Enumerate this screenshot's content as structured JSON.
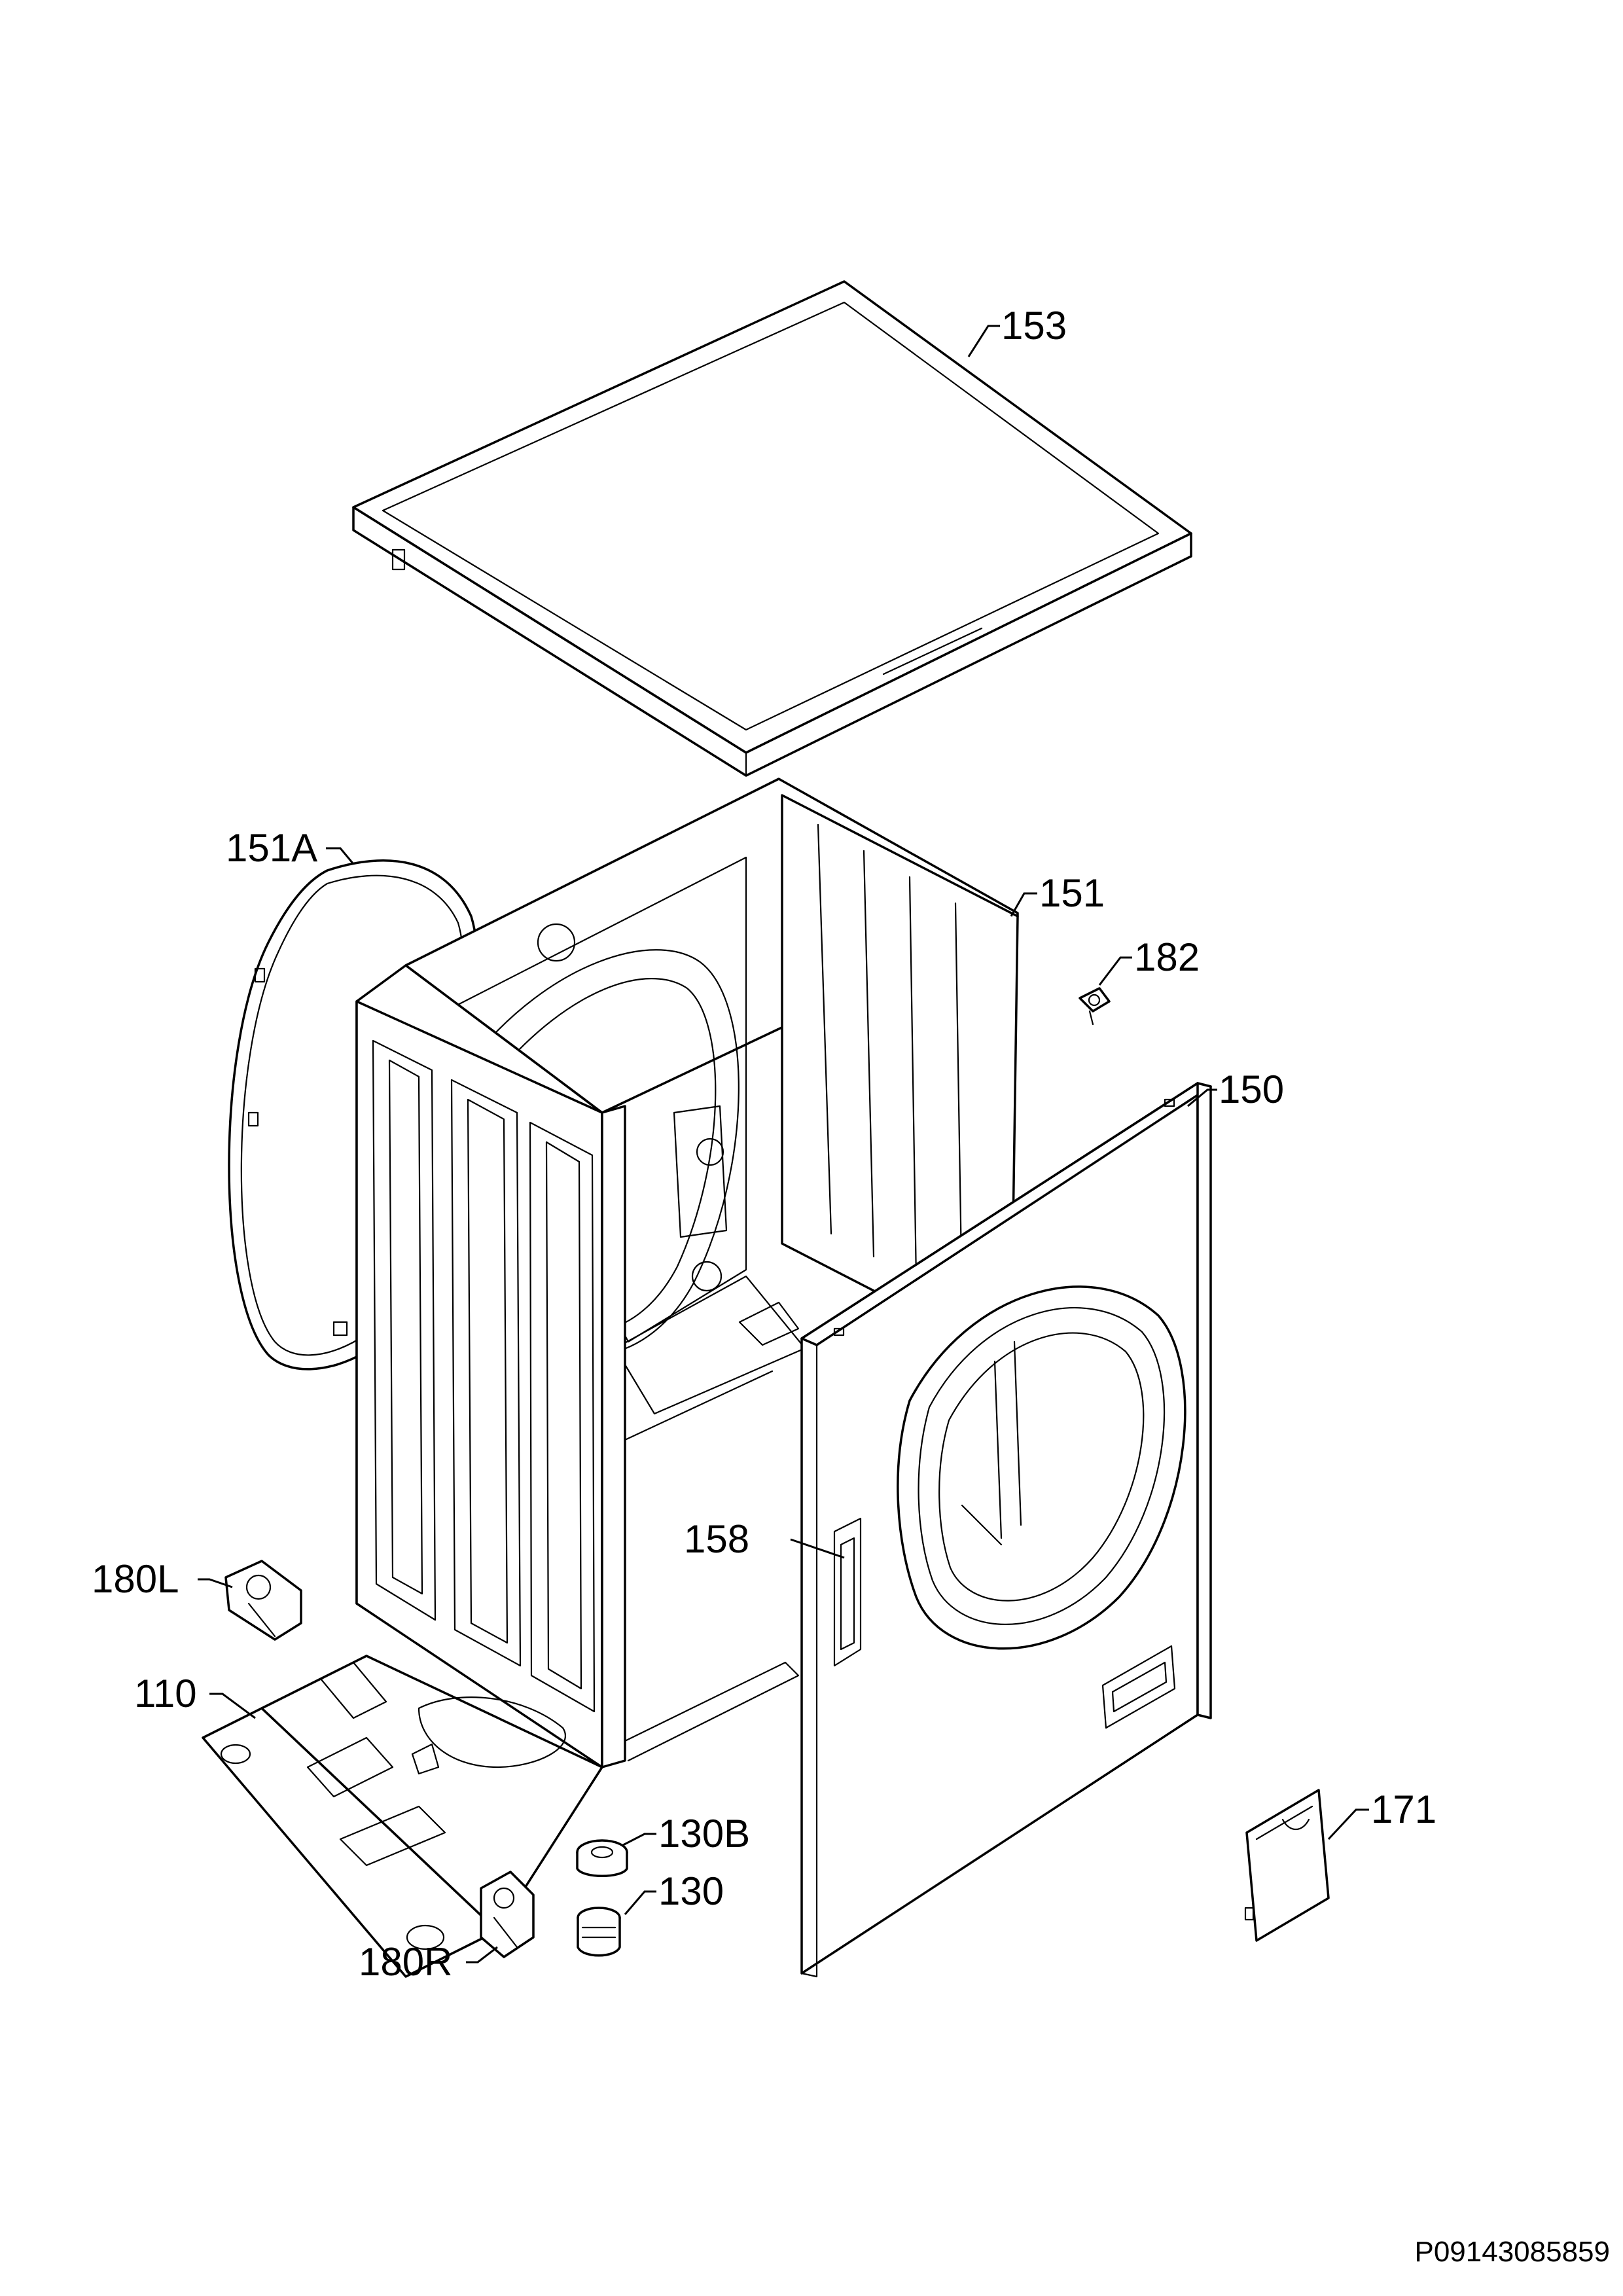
{
  "labels": {
    "p153": "153",
    "p151A": "151A",
    "p151": "151",
    "p182": "182",
    "p150": "150",
    "p158": "158",
    "p180L": "180L",
    "p110": "110",
    "p130B": "130B",
    "p130": "130",
    "p180R": "180R",
    "p171": "171"
  },
  "drawing_code": "P09143085859"
}
